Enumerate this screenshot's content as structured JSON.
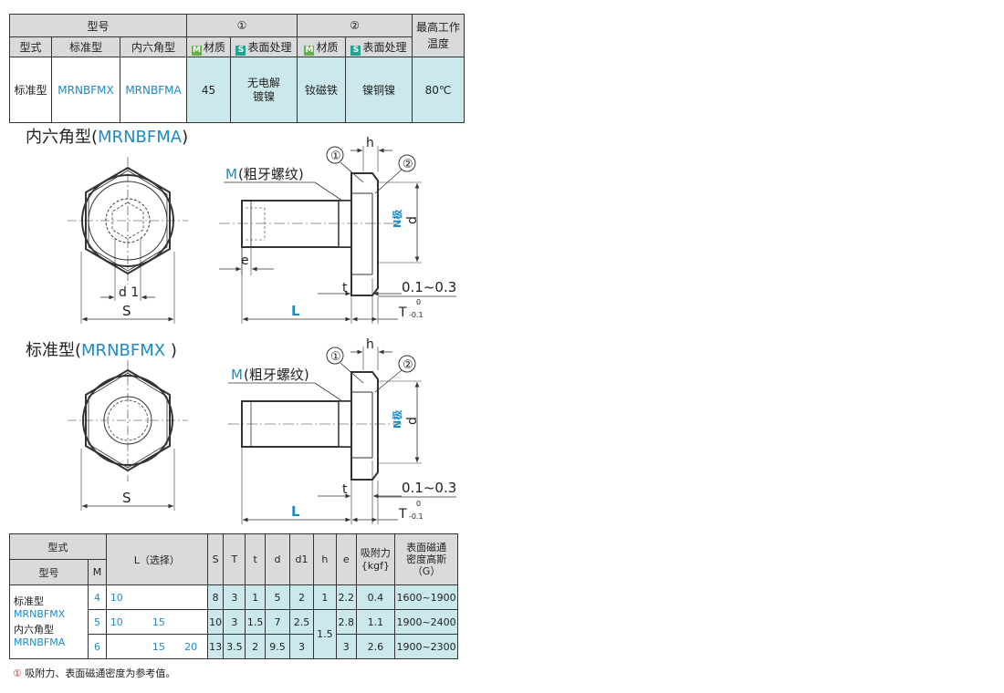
{
  "spec_table": {
    "group_model": "型号",
    "group_1": "①",
    "group_2": "②",
    "max_temp": "最高工作\n温度",
    "col_type": "型式",
    "col_standard": "标准型",
    "col_hex": "内六角型",
    "m_tag": "M",
    "s_tag": "S",
    "material": "材质",
    "surface": "表面处理",
    "row": {
      "type": "标准型",
      "standard_code": "MRNBFMX",
      "hex_code": "MRNBFMA",
      "material1": "45",
      "surface1": "无电解\n镀镍",
      "material2": "钕磁铁",
      "surface2": "镍铜镍",
      "temp": "80℃"
    }
  },
  "drawings": {
    "hex_title_prefix": "内六角型(",
    "hex_title_code": "MRNBFMA",
    "hex_title_suffix": ")",
    "std_title_prefix": "标准型(",
    "std_title_code": "MRNBFMX",
    "std_title_suffix": " )",
    "m_label_letter": "M",
    "m_label_rest": "(粗牙螺纹)",
    "callout1": "①",
    "callout2": "②",
    "dim_h": "h",
    "dim_d": "d",
    "dim_n": "N极",
    "dim_e": "e",
    "dim_t": "t",
    "dim_L": "L",
    "dim_S": "S",
    "dim_d1": "d 1",
    "gap": "0.1~0.3",
    "T": "T",
    "T_upper": "0",
    "T_lower": "-0.1"
  },
  "dim_table": {
    "h_type": "型式",
    "h_model": "型号",
    "h_M": "M",
    "h_L": "L（选择）",
    "h_S": "S",
    "h_T": "T",
    "h_t": "t",
    "h_d": "d",
    "h_d1": "d1",
    "h_h": "h",
    "h_e": "e",
    "h_force": "吸附力\n{kgf}",
    "h_density": "表面磁通\n密度高斯\n（G）",
    "std_label": "标准型",
    "std_code": "MRNBFMX",
    "hex_label": "内六角型",
    "hex_code": "MRNBFMA",
    "rows": [
      {
        "M": "4",
        "L1": "10",
        "L2": "",
        "L3": "",
        "S": "8",
        "T": "3",
        "t": "1",
        "d": "5",
        "d1": "2",
        "h": "1",
        "e": "2.2",
        "force": "0.4",
        "density": "1600~1900"
      },
      {
        "M": "5",
        "L1": "10",
        "L2": "15",
        "L3": "",
        "S": "10",
        "T": "3",
        "t": "1.5",
        "d": "7",
        "d1": "2.5",
        "h": "1.5",
        "e": "2.8",
        "force": "1.1",
        "density": "1900~2400"
      },
      {
        "M": "6",
        "L1": "",
        "L2": "15",
        "L3": "20",
        "S": "13",
        "T": "3.5",
        "t": "2",
        "d": "9.5",
        "d1": "3",
        "h": "",
        "e": "3",
        "force": "2.6",
        "density": "1900~2300"
      }
    ]
  },
  "note": {
    "marker": "①",
    "text": "吸附力、表面磁通密度为参考值。"
  },
  "colors": {
    "accent_blue": "#1a8bc8",
    "cell_cyan": "#cbe9ec",
    "header_gray": "#d9dadb"
  }
}
